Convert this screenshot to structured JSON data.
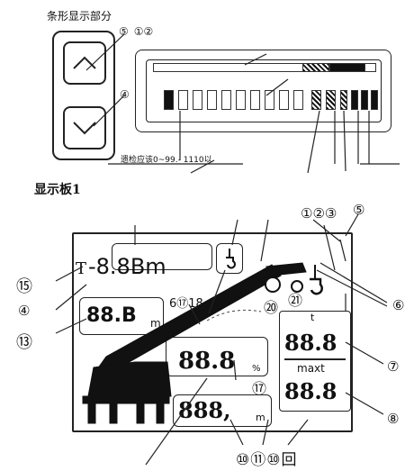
{
  "bar_section": {
    "caption": "条形显示部分",
    "markers": {
      "m35": "⑤",
      "m12": "①②",
      "m4": "④"
    },
    "scale_label": "遗检应该0~99.- 1110以"
  },
  "panel1": {
    "title": "显示板1",
    "top_right_markers": {
      "m123": "①②③",
      "m5": "⑤"
    },
    "load_prefix": "T",
    "load_value": "-8.8Bm",
    "left_markers": {
      "m15": "⑮",
      "m4": "④",
      "m13": "⑬"
    },
    "radius_value": "88.B",
    "radius_unit": "m",
    "mid_markers": "6⑰18",
    "angle_value": "88.8",
    "percent_unit": "%",
    "length_value": "888,",
    "length_unit": "m",
    "marker_17": "⑰",
    "rated_title": "t",
    "actual_load": "88.8",
    "max_label": "maxt",
    "max_load": "88.8",
    "right_markers": {
      "m6": "⑥",
      "m7": "⑦",
      "m8": "⑧"
    },
    "circle_20": "⑳",
    "circle_21": "㉑",
    "bottom_markers": "⑩⑪⑩回"
  }
}
